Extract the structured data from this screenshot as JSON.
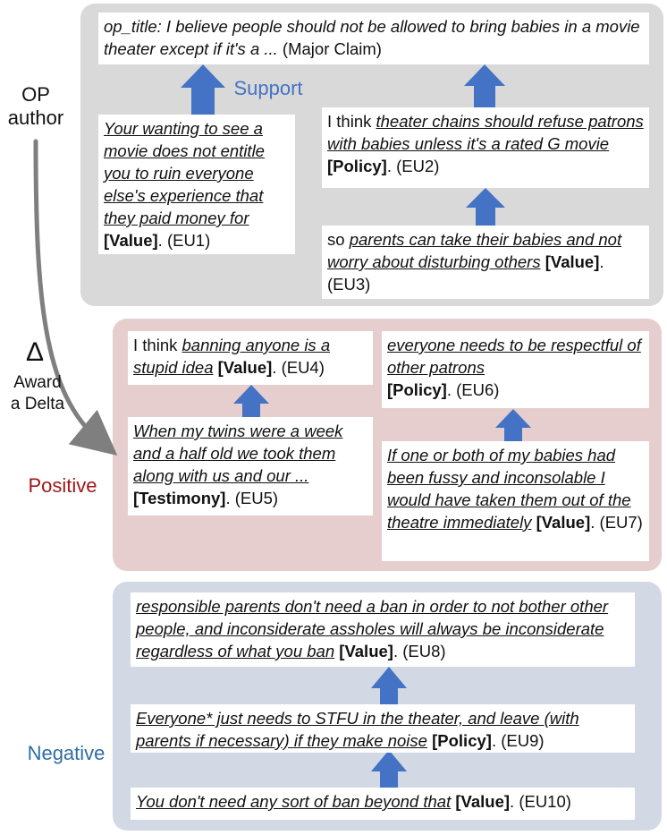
{
  "left_labels": {
    "op_author_line1": "OP",
    "op_author_line2": "author",
    "delta_symbol": "Δ",
    "award_line1": "Award",
    "award_line2": "a Delta",
    "positive": "Positive",
    "negative": "Negative",
    "support": "Support"
  },
  "op_panel": {
    "major_claim": {
      "italic": "op_title: I believe people should not be allowed to bring babies in a movie theater except if it's a ...",
      "tail": " (Major Claim)"
    },
    "eu1": {
      "underlined": "Your wanting to see a movie does not entitle you to ruin everyone else's experience that they paid money for",
      "tag": "[Value]",
      "tail": ". (EU1)"
    },
    "eu2": {
      "prefix": "I think ",
      "underlined": "theater chains should refuse patrons with babies unless it's a rated G movie",
      "tag": "[Policy]",
      "tail": ". (EU2)"
    },
    "eu3": {
      "prefix": "so ",
      "underlined": "parents can take their babies and not worry about disturbing others",
      "tag": "[Value]",
      "tail": ". (EU3)"
    }
  },
  "positive_panel": {
    "eu4": {
      "prefix": "I think ",
      "underlined": "banning anyone is a stupid idea",
      "tag": "[Value]",
      "tail": ". (EU4)"
    },
    "eu5": {
      "underlined": "When my twins were a week and a half old we took them along with us and our ...",
      "tag": "[Testimony]",
      "tail": ". (EU5)"
    },
    "eu6": {
      "underlined": "everyone needs to be respectful of other patrons",
      "tag": "[Policy]",
      "tail": ". (EU6)"
    },
    "eu7": {
      "underlined": "If one or both of my babies had been fussy and inconsolable I would have taken them out of the theatre immediately",
      "tag": "[Value]",
      "tail": ". (EU7)"
    }
  },
  "negative_panel": {
    "eu8": {
      "underlined": "responsible parents don't need a ban in order to not bother other people, and inconsiderate assholes will always be inconsiderate regardless of what you ban",
      "tag": "[Value]",
      "tail": ". (EU8)"
    },
    "eu9": {
      "underlined": "Everyone* just needs to STFU in the theater, and leave (with parents if necessary) if they make noise",
      "tag": "[Policy]",
      "tail": ". (EU9)"
    },
    "eu10": {
      "underlined": "You don't need any sort of ban beyond that",
      "tag": "[Value]",
      "tail": ". (EU10)"
    }
  },
  "colors": {
    "op_panel_bg": "#d9d9d9",
    "positive_panel_bg": "#e6cece",
    "negative_panel_bg": "#d2d9e5",
    "arrow_blue": "#4472c4",
    "support_text": "#4472c4",
    "positive_text": "#a01818",
    "negative_text": "#2e6da4",
    "delta_arrow_gray": "#7f7f7f"
  }
}
